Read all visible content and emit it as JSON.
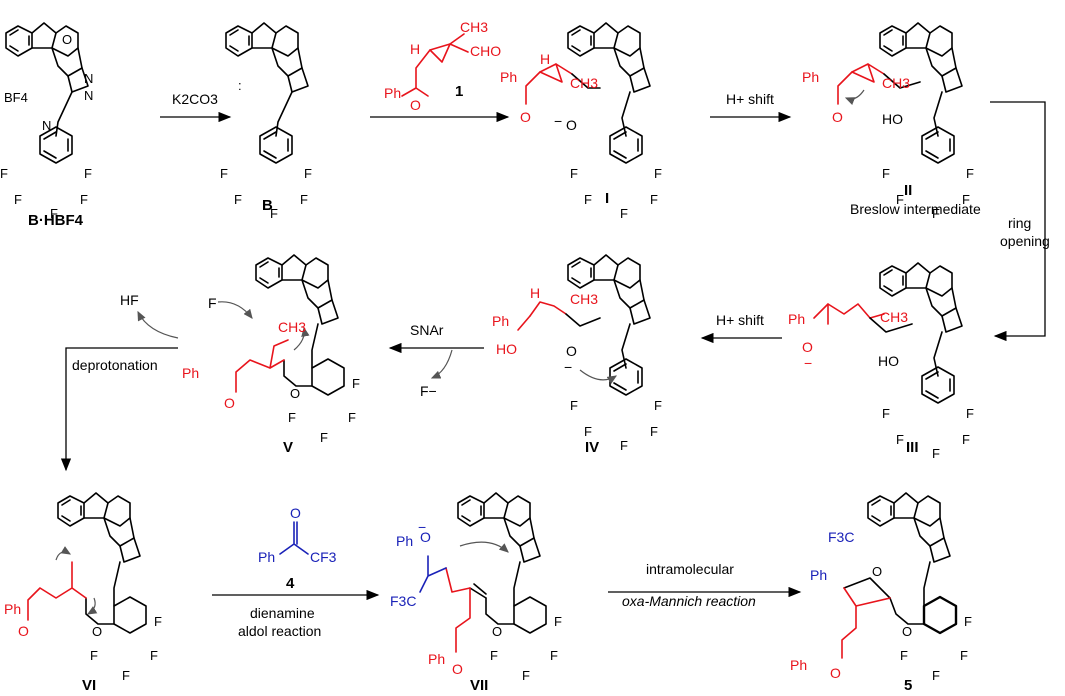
{
  "compounds": {
    "start": "B·HBF4",
    "B": "B",
    "I": "I",
    "II": "II",
    "II_caption": "Breslow intermediate",
    "III": "III",
    "IV": "IV",
    "V": "V",
    "VI": "VI",
    "VII": "VII",
    "product": "5",
    "reagent1": "1",
    "reagent4": "4"
  },
  "arrows": {
    "a1": "K2CO3",
    "a3": "H+ shift",
    "a4_line1": "ring",
    "a4_line2": "opening",
    "a5": "H+ shift",
    "a6": "SNAr",
    "a6_side": "F−",
    "a7_top": "HF",
    "a7": "deprotonation",
    "a8_line1": "dienamine",
    "a8_line2": "aldol reaction",
    "a9_line1": "intramolecular",
    "a9_line2": "oxa-Mannich reaction"
  },
  "atoms": {
    "F": "F",
    "N": "N",
    "O": "O",
    "HO": "HO",
    "Ph": "Ph",
    "CH3": "CH3",
    "CHO": "CHO",
    "H": "H",
    "BF4": "BF4",
    "CF3": "CF3",
    "F3C": "F3C",
    "plus": "+",
    "minus": "−"
  },
  "colors": {
    "red": "#e8141c",
    "blue": "#1a22b8",
    "black": "#000000"
  }
}
